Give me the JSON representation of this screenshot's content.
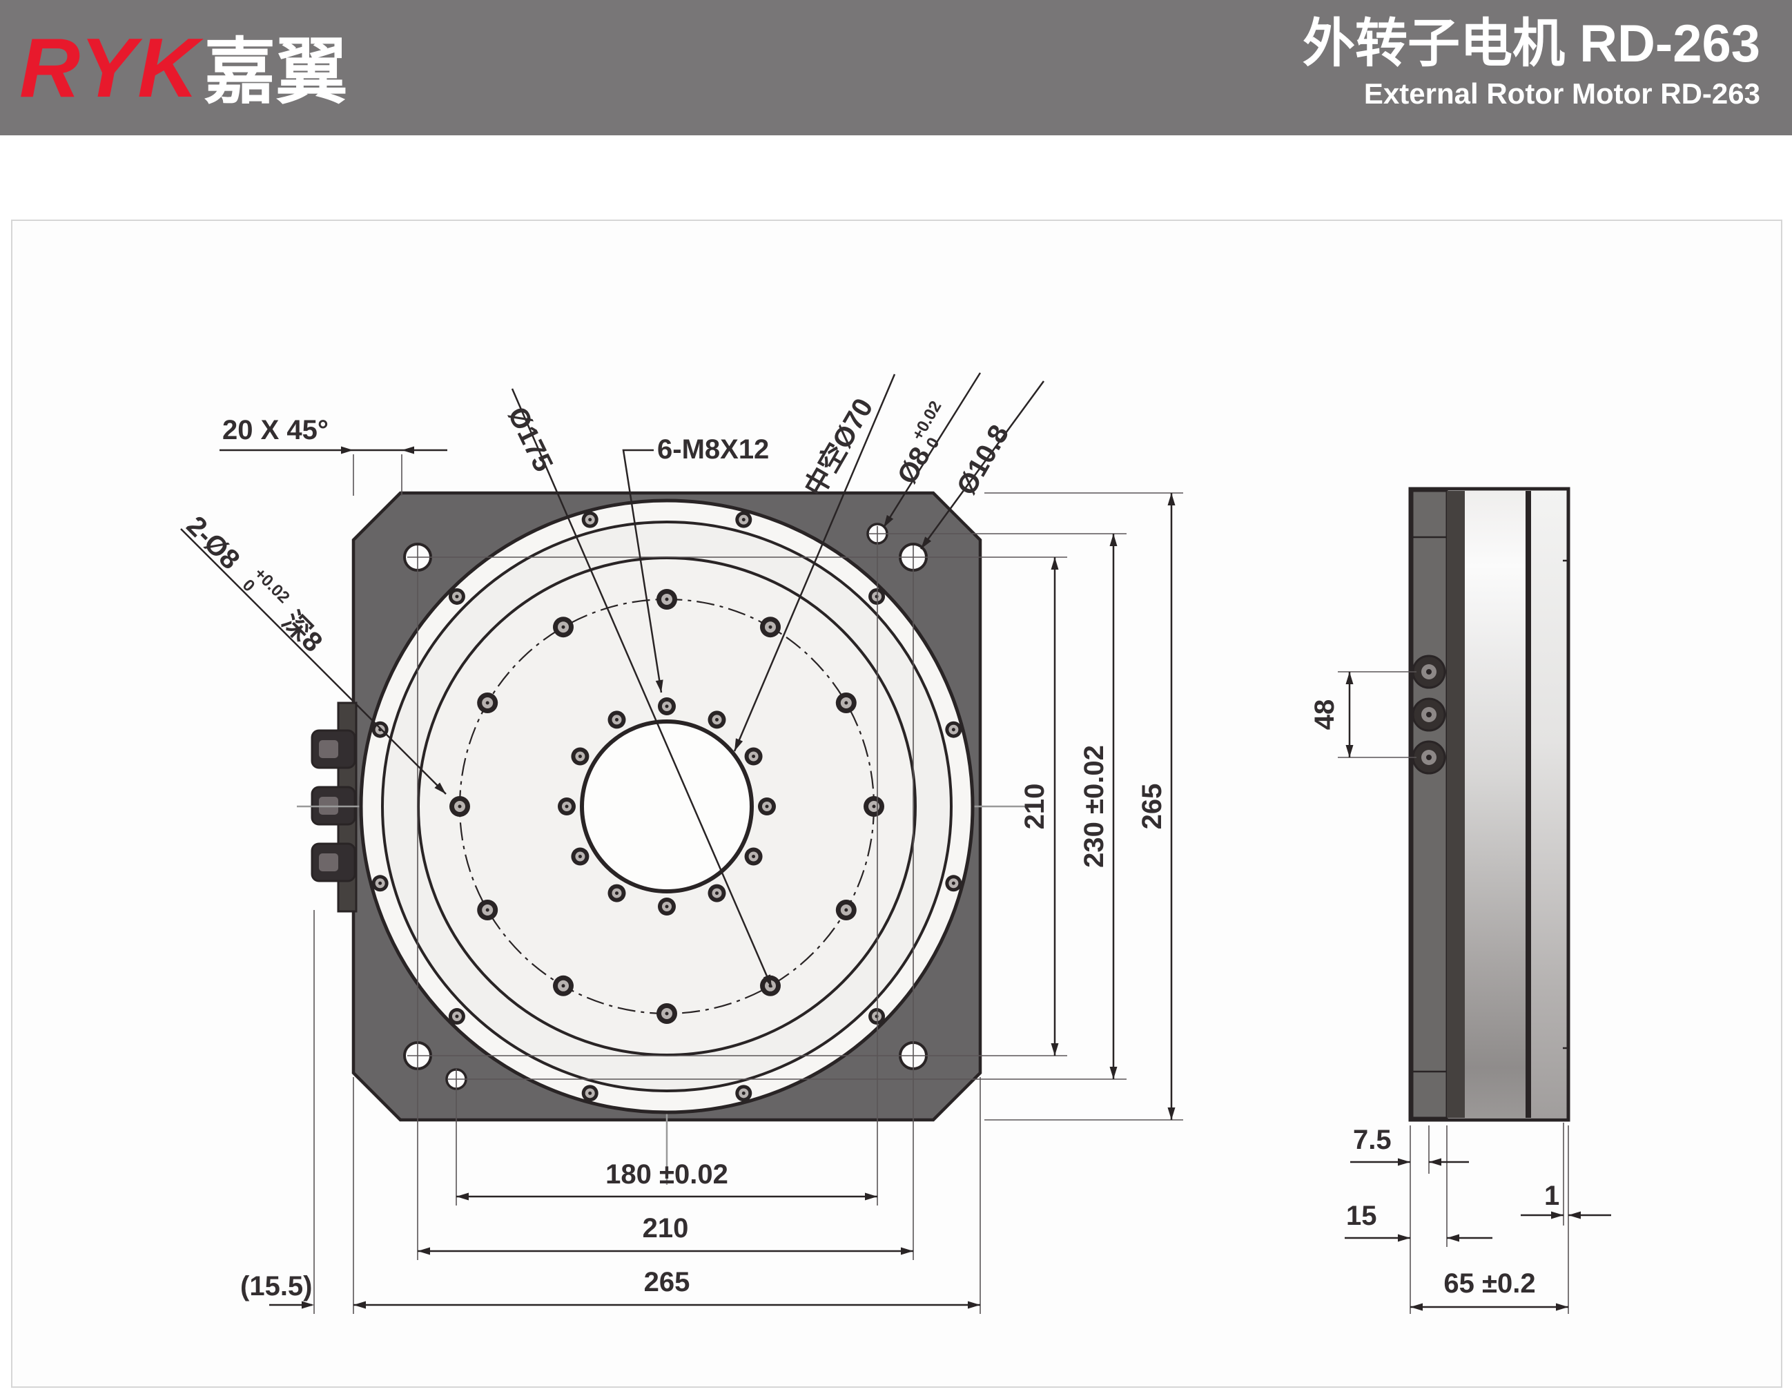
{
  "header": {
    "logo_latin": "RYK",
    "logo_cjk": "嘉翼",
    "title_primary": "外转子电机 RD-263",
    "title_secondary": "External Rotor Motor RD-263"
  },
  "colors": {
    "brand_red": "#e8192c",
    "header_gray": "#787677",
    "flange_gray": "#676566",
    "line_dark": "#292425"
  },
  "front": {
    "chamfer": "20 X 45°",
    "bolt_circle": "Ø175",
    "screws": "6-M8X12",
    "hollow": "中空Ø70",
    "d8": "Ø8",
    "d8_up": "+0.02",
    "d8_dn": "0",
    "d108": "Ø10.8",
    "pins": "2-Ø8",
    "pins_up": "+0.02",
    "pins_dn": "0",
    "pins_depth": "深8",
    "right_210": "210",
    "right_230": "230 ±0.02",
    "right_265": "265",
    "bottom_180": "180 ±0.02",
    "bottom_210": "210",
    "bottom_265": "265",
    "offset_155": "(15.5)"
  },
  "side": {
    "dim_48": "48",
    "dim_75": "7.5",
    "dim_15": "15",
    "dim_1": "1",
    "dim_65": "65 ±0.2"
  }
}
